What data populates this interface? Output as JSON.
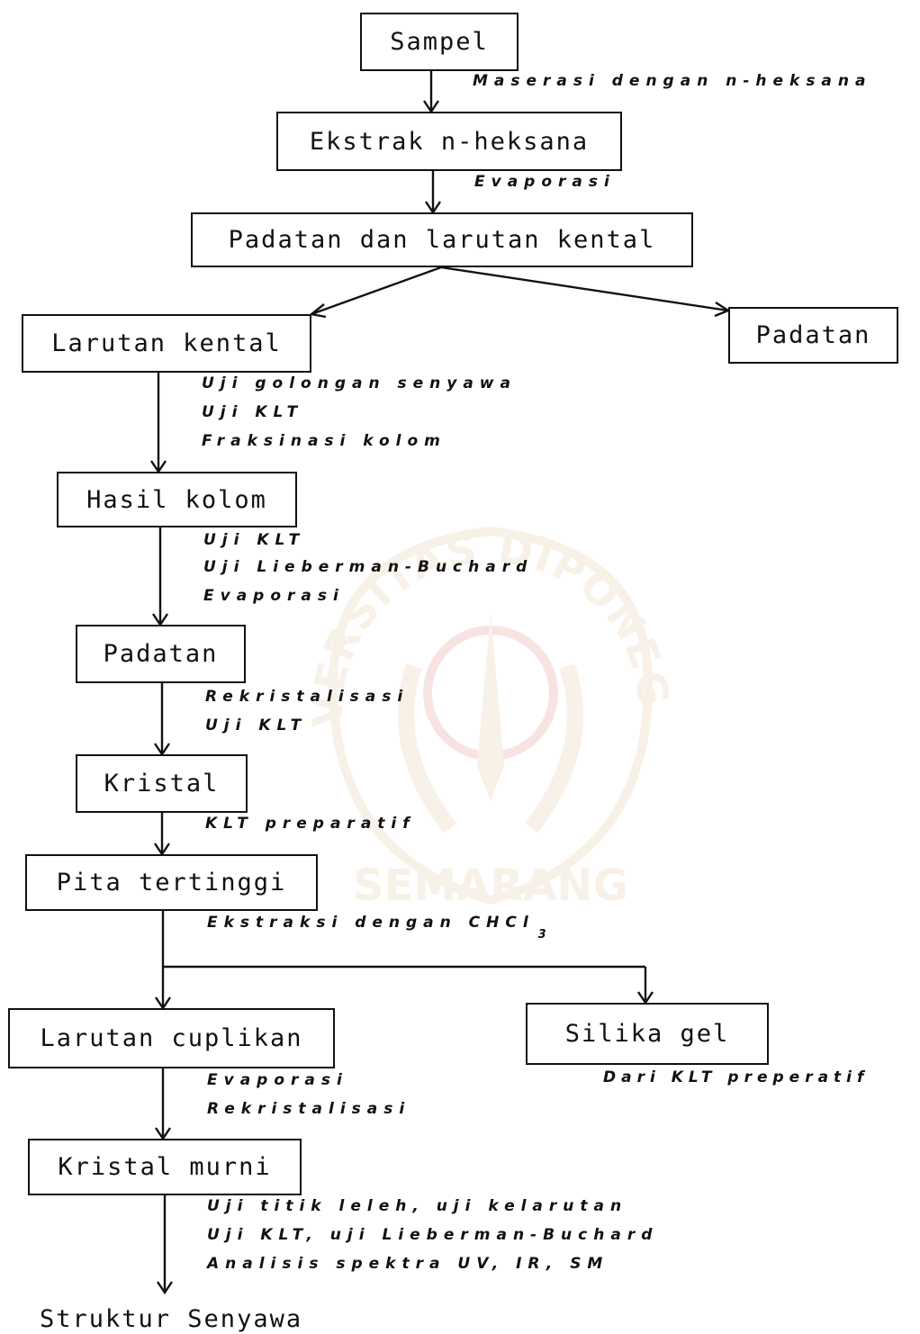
{
  "nodes": {
    "sampel": "Sampel",
    "ekstrak": "Ekstrak n-heksana",
    "padatan_larutan": "Padatan dan larutan kental",
    "larutan_kental": "Larutan kental",
    "padatan_right": "Padatan",
    "hasil_kolom": "Hasil kolom",
    "padatan": "Padatan",
    "kristal": "Kristal",
    "pita": "Pita tertinggi",
    "larutan_cuplikan": "Larutan cuplikan",
    "silika_gel": "Silika gel",
    "kristal_murni": "Kristal murni",
    "struktur": "Struktur Senyawa"
  },
  "notes": {
    "maserasi": "Maserasi dengan n-heksana",
    "evaporasi_1": "Evaporasi",
    "uji_golongan": "Uji golongan senyawa",
    "uji_klt_1": "Uji KLT",
    "fraksinasi": "Fraksinasi kolom",
    "uji_klt_2": "Uji KLT",
    "uji_lieberman_1": "Uji Lieberman-Buchard",
    "evaporasi_2": "Evaporasi",
    "rekristalisasi_1": "Rekristalisasi",
    "uji_klt_3": "Uji KLT",
    "klt_preparatif": "KLT preparatif",
    "ekstraksi": "Ekstraksi dengan CHCl",
    "ekstraksi_sub": "3",
    "evaporasi_3": "Evaporasi",
    "rekristalisasi_2": "Rekristalisasi",
    "dari_klt": "Dari KLT preperatif",
    "uji_titik": "Uji titik leleh, uji kelarutan",
    "uji_klt_lieberman": "Uji KLT, uji Lieberman-Buchard",
    "analisis": "Analisis spektra UV, IR, SM"
  },
  "watermark": {
    "top_text": "UNIVERSITAS DIPONEGORO",
    "bottom_text": "SEMARANG",
    "color": "#c8a060",
    "accent": "#d04040"
  }
}
